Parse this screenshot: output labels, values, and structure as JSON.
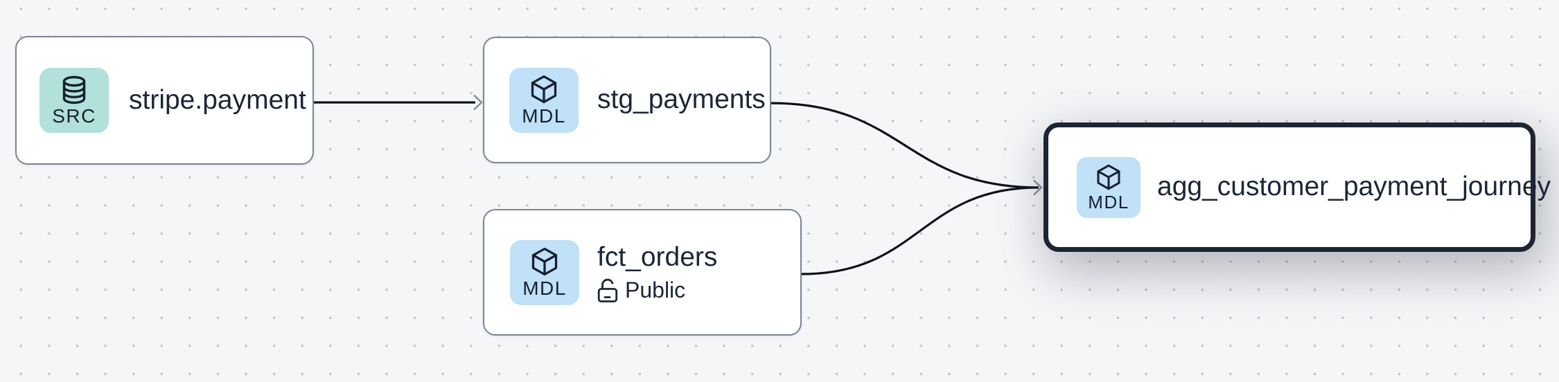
{
  "canvas": {
    "background_color": "#f5f6f8",
    "dot_color": "#c0c3cb"
  },
  "colors": {
    "node_border": "#7b8494",
    "selected_node_border": "#1c2532",
    "edge_line": "#0d1118",
    "arrowhead": "#8c93a1",
    "title_text": "#1b2637",
    "tile_src_background": "#b2e0db",
    "tile_mdl_background": "#c0e1f7"
  },
  "nodes": [
    {
      "id": "stripe-payment",
      "title": "stripe.payment",
      "badge": "SRC",
      "icon": "database-icon",
      "tile_color": "#b2e0db",
      "selected": false
    },
    {
      "id": "stg-payments",
      "title": "stg_payments",
      "badge": "MDL",
      "icon": "cube-icon",
      "tile_color": "#c0e1f7",
      "selected": false
    },
    {
      "id": "fct-orders",
      "title": "fct_orders",
      "badge": "MDL",
      "icon": "cube-icon",
      "tile_color": "#c0e1f7",
      "selected": false,
      "access": "Public",
      "access_icon": "unlock-icon"
    },
    {
      "id": "agg-customer-payment-journey",
      "title": "agg_customer_payment_journey",
      "badge": "MDL",
      "icon": "cube-icon",
      "tile_color": "#c0e1f7",
      "selected": true
    }
  ],
  "edges": [
    {
      "from": "stripe.payment",
      "to": "stg_payments",
      "shape": "straight",
      "arrowhead": true
    },
    {
      "from": "stg_payments",
      "to": "agg_customer_payment_journey",
      "shape": "bezier",
      "arrowhead": true
    },
    {
      "from": "fct_orders",
      "to": "agg_customer_payment_journey",
      "shape": "bezier",
      "arrowhead": true
    }
  ]
}
